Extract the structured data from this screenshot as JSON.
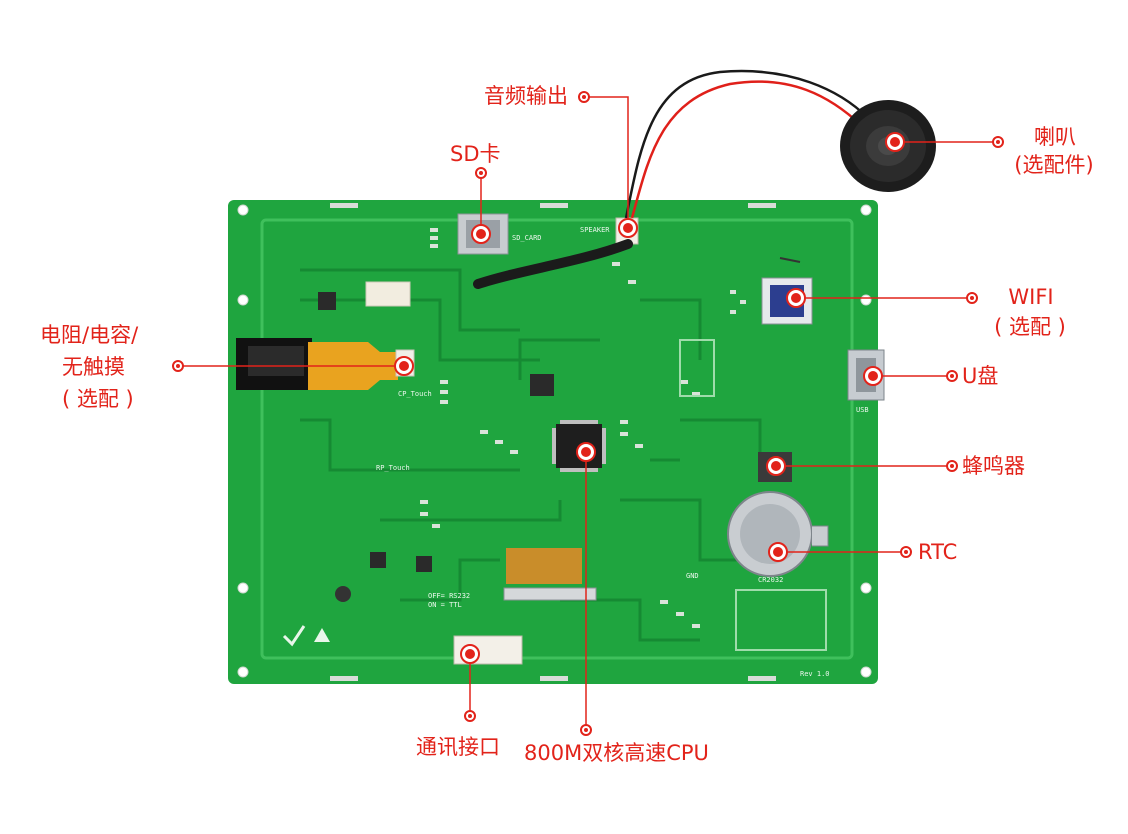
{
  "colors": {
    "accent": "#e2231a",
    "pcb": "#1fa53f",
    "pcb_dark": "#168a33"
  },
  "board": {
    "silkscreen": [
      "SD_CARD",
      "SPEAKER",
      "CP_Touch",
      "RP_Touch",
      "USB",
      "CR2032",
      "OFF= RS232",
      "ON = TTL",
      "Rev 1.0",
      "GND"
    ]
  },
  "labels": {
    "audio_out": "音频输出",
    "sd_card": "SD卡",
    "speaker_l1": "喇叭",
    "speaker_l2": "(选配件)",
    "wifi_l1": "WIFI",
    "wifi_l2": "( 选配 )",
    "touch_l1": "电阻/电容/",
    "touch_l2": "无触摸",
    "touch_l3": "( 选配 )",
    "usb": "U盘",
    "buzzer": "蜂鸣器",
    "rtc": "RTC",
    "comm_port": "通讯接口",
    "cpu": "800M双核高速CPU"
  }
}
